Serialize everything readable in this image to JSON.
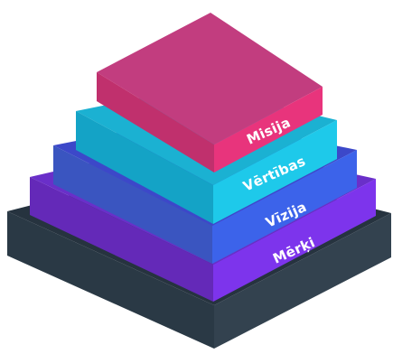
{
  "pyramid": {
    "tiers": [
      {
        "label": "Misija",
        "top": "#c23d7f",
        "left": "#c0306d",
        "right": "#e8347c"
      },
      {
        "label": "Vērtības",
        "top": "#1bb1d2",
        "left": "#14a3c6",
        "right": "#1ec9ea"
      },
      {
        "label": "Vīzija",
        "top": "#3c48c9",
        "left": "#3a55c0",
        "right": "#3c63ea"
      },
      {
        "label": "Mērķi",
        "top": "#6a2fc9",
        "left": "#6429b8",
        "right": "#7d34ec"
      },
      {
        "label": "",
        "top": "#26333f",
        "left": "#2a3945",
        "right": "#33424f"
      }
    ]
  }
}
